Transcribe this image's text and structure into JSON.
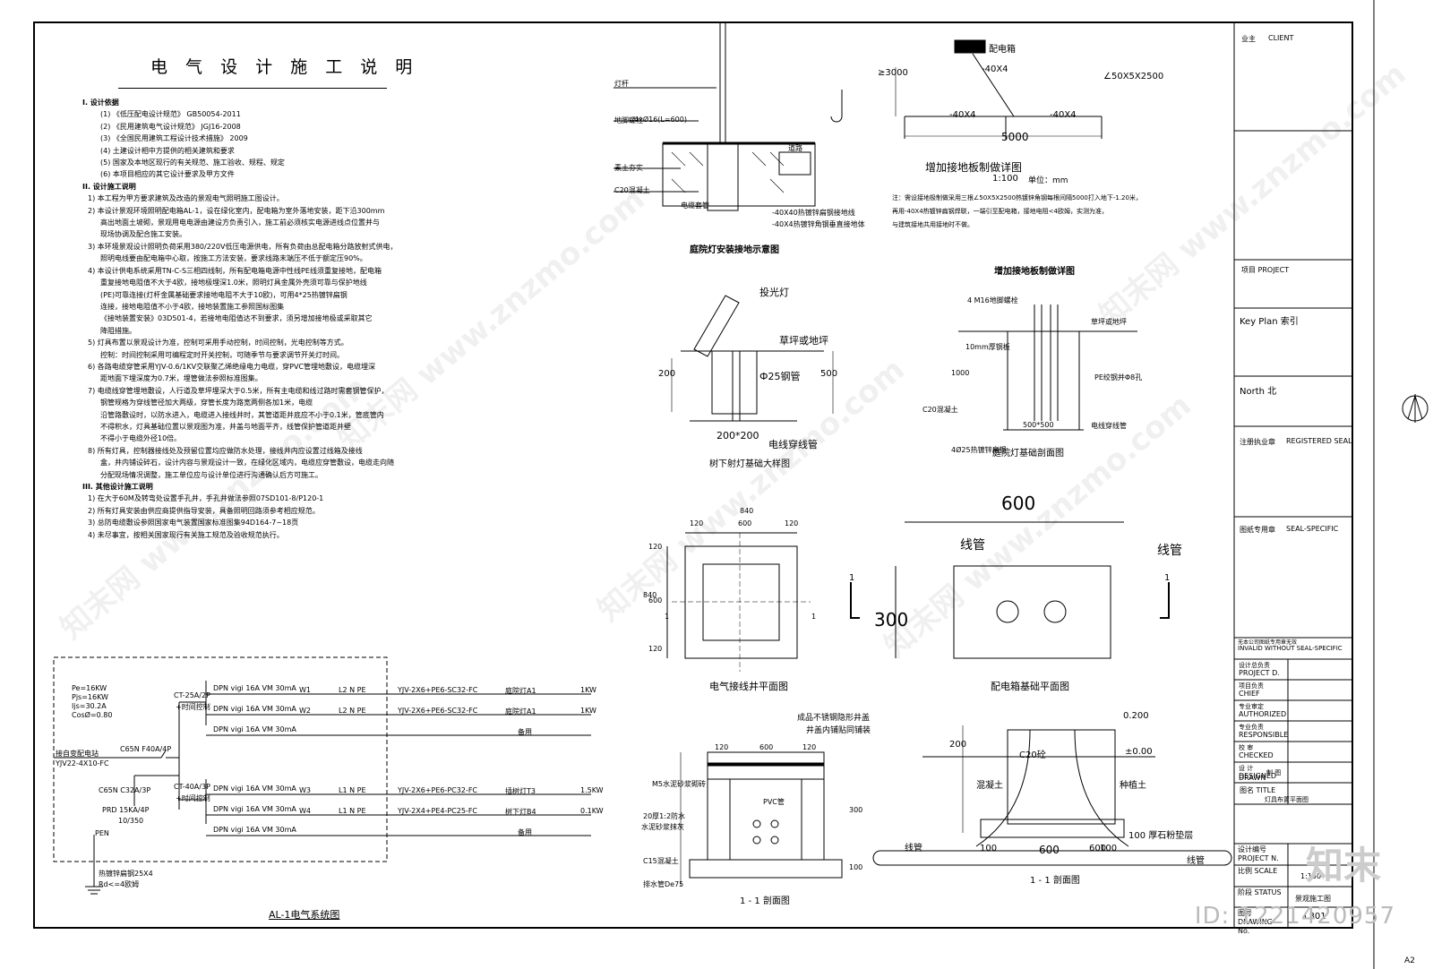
{
  "notes": {
    "title": "电 气 设 计 施 工 说 明",
    "lines": [
      {
        "cls": "h",
        "t": "I. 设计依据"
      },
      {
        "cls": "i2",
        "t": "(1) 《低压配电设计规范》 GB50054-2011"
      },
      {
        "cls": "i2",
        "t": "(2) 《民用建筑电气设计规范》 JGJ16-2008"
      },
      {
        "cls": "i2",
        "t": "(3) 《全国民用建筑工程设计技术措施》 2009"
      },
      {
        "cls": "i2",
        "t": "(4) 土建设计相中方提供的相关建筑和要求"
      },
      {
        "cls": "i2",
        "t": "(5) 国家及本地区现行的有关规范、施工验收、规程、规定"
      },
      {
        "cls": "i2",
        "t": "(6) 本项目相应的其它设计要求及甲方文件"
      },
      {
        "cls": "h",
        "t": "II. 设计施工说明"
      },
      {
        "cls": "i1",
        "t": "1) 本工程为甲方要求建筑及改造的景观电气照明施工图设计。"
      },
      {
        "cls": "i1",
        "t": "2) 本设计景观环境照明配电箱AL-1，设在绿化室内，配电箱为室外落地安装，距下沿300mm"
      },
      {
        "cls": "i2",
        "t": "高出地面土坡砌，景观用电电源由建设方负责引入，施工前必须核实电源进线点位置并与"
      },
      {
        "cls": "i2",
        "t": "现场协调及配合施工安装。"
      },
      {
        "cls": "i1",
        "t": "3) 本环境景观设计照明负荷采用380/220V低压电源供电，所有负荷由总配电箱分路放射式供电，"
      },
      {
        "cls": "i2",
        "t": "照明电线要由配电箱中心取，按施工方法安装，要求线路末端压不低于额定压90%。"
      },
      {
        "cls": "i1",
        "t": "4) 本设计供电系统采用TN-C-S三相四线制，所有配电箱电源中性线PE线须重复接地，配电箱"
      },
      {
        "cls": "i2",
        "t": "重复接地电阻值不大于4欧，接地极埋深1.0米，照明灯具金属外壳须可靠与保护地线"
      },
      {
        "cls": "i2",
        "t": "(PE)可靠连接(灯杆金属基础要求接地电阻不大于10欧)，可用4*25热镀锌扁钢"
      },
      {
        "cls": "i2",
        "t": "连接，接地电阻值不小于4欧，接地装置施工参照国标图集"
      },
      {
        "cls": "i2",
        "t": "《接地装置安装》03D501-4，若接地电阻值达不到要求，须另增加接地极或采取其它"
      },
      {
        "cls": "i2",
        "t": "降阻措施。"
      },
      {
        "cls": "i1",
        "t": "5) 灯具布置以景观设计为准，控制可采用手动控制，时间控制，光电控制等方式。"
      },
      {
        "cls": "i2",
        "t": "控制：时间控制采用可编程定时开关控制，可随季节与要求调节开关灯时间。"
      },
      {
        "cls": "i1",
        "t": "6) 各路电缆穿管采用YJV-0.6/1KV交联聚乙烯绝缘电力电缆，穿PVC管埋地敷设，电缆埋深"
      },
      {
        "cls": "i2",
        "t": "距地面下埋深度为0.7米，埋管做法参照标准图集。"
      },
      {
        "cls": "i1",
        "t": "7) 电缆线穿管埋地敷设，人行道及草坪埋深大于0.5米，所有主电缆和线过路时需套钢管保护，"
      },
      {
        "cls": "i2",
        "t": "钢管规格为穿线管径加大两级，穿管长度为路宽两侧各加1米，电缆"
      },
      {
        "cls": "i2",
        "t": "沿管路敷设时，以防水进入，电缆进入接线井时，其管道距井底应不小于0.1米，管底管内"
      },
      {
        "cls": "i2",
        "t": "不得积水，灯具基础位置以景观图为准，井盖与地面平齐，线管保护管道距井壁"
      },
      {
        "cls": "i2",
        "t": "不得小于电缆外径10倍。"
      },
      {
        "cls": "i1",
        "t": "8) 所有灯具，控制器接线处及预留位置均应做防水处理，接线井内应设置过线箱及接线"
      },
      {
        "cls": "i2",
        "t": "盒，井内铺设碎石，设计内容与景观设计一致，在绿化区域内，电缆应穿管敷设，电缆走向随"
      },
      {
        "cls": "i2",
        "t": "分配现场情况调整，施工单位应与设计单位进行沟通确认后方可施工。"
      },
      {
        "cls": "h",
        "t": "III. 其他设计施工说明"
      },
      {
        "cls": "i1",
        "t": "1) 在大于60M及转弯处设置手孔井，手孔井做法参照07SD101-8/P120-1"
      },
      {
        "cls": "i1",
        "t": "2) 所有灯具安装由供应商提供指导安装，具备照明回路须参考相应规范。"
      },
      {
        "cls": "i1",
        "t": "3) 总防电缆敷设参照国家电气装置国家标准图集94D164-7~18页"
      },
      {
        "cls": "i1",
        "t": "4) 未尽事宜，按相关国家现行有关施工规范及验收规范执行。"
      }
    ]
  },
  "system": {
    "title": "AL-1电气系统图",
    "params": [
      "Pe=16KW",
      "Pjs=16KW",
      "Ijs=30.2A",
      "CosØ=0.80"
    ],
    "incoming": "接自变配电站",
    "cable_in": "YJV22-4X10-FC",
    "main_breaker": "C65N F40A/4P",
    "spd_breaker": "C65N C32A/3P",
    "spd": "PRD 15KA/4P",
    "spd_sub": "10/350",
    "pen": "PEN",
    "ground1": "热镀锌扁钢25X4",
    "ground2": "Rd<=4欧姆",
    "ct1": "CT-25A/2P",
    "ct1b": "+时间控制",
    "ct2": "CT-40A/3P",
    "ct2b": "+时间控制",
    "circuits": [
      {
        "brk": "DPN vigi 16A VM 30mA",
        "id": "W1",
        "ph": "L2 N PE",
        "cable": "YJV-2X6+PE6-SC32-FC",
        "load": "庭院灯A1",
        "kw": "1KW"
      },
      {
        "brk": "DPN vigi 16A VM 30mA",
        "id": "W2",
        "ph": "L2 N PE",
        "cable": "YJV-2X6+PE6-SC32-FC",
        "load": "庭院灯A1",
        "kw": "1KW"
      },
      {
        "brk": "DPN vigi 16A VM 30mA",
        "id": "",
        "ph": "",
        "cable": "",
        "load": "备用",
        "kw": ""
      },
      {
        "brk": "DPN vigi 16A VM 30mA",
        "id": "W3",
        "ph": "L1 N PE",
        "cable": "YJV-2X6+PE6-PC32-FC",
        "load": "插树灯T3",
        "kw": "1.5KW"
      },
      {
        "brk": "DPN vigi 16A VM 30mA",
        "id": "W4",
        "ph": "L1 N PE",
        "cable": "YJV-2X4+PE4-PC25-FC",
        "load": "树下灯B4",
        "kw": "0.1KW"
      },
      {
        "brk": "DPN vigi 16A VM 30mA",
        "id": "",
        "ph": "",
        "cable": "",
        "load": "备用",
        "kw": ""
      }
    ]
  },
  "details": {
    "d1_title": "庭院灯安装接地示意图",
    "d1_labels": [
      "灯杆",
      "地脚螺栓",
      "4xØ16(L=600)",
      "素土夯实",
      "C20混凝土",
      "电缆套管",
      "道路",
      "-40X40热镀锌扁钢接地线",
      "-40X4热镀锌角钢垂直接地体"
    ],
    "d2_title": "增加接地板制做详图",
    "d2_sub": "增加接地板制做详图",
    "d2_scale": "1:100",
    "d2_unit": "单位：mm",
    "d2_labels": [
      "配电箱",
      "≥3000",
      "-40X4",
      "-40X4",
      "-40X4",
      "5000",
      "∠50X5X2500"
    ],
    "d2_note1": "注：需设接地极制做采用三根∠50X5X2500热镀锌角钢每根间隔5000打入地下-1.20米，",
    "d2_note2": "再用-40X4热镀锌扁钢焊联，一端引至配电箱，接地电阻<4欧姆，实测为准，",
    "d2_note3": "与建筑接地共用接地时不做。",
    "d3_title": "树下射灯基础大样图",
    "d3_labels": [
      "投光灯",
      "草坪或地坪",
      "Ф25钢管",
      "200",
      "500",
      "200*200",
      "电线穿线管"
    ],
    "d4_title": "庭院灯基础剖面图",
    "d4_labels": [
      "4 M16地脚螺栓",
      "草坪或地坪",
      "10mm厚钢板",
      "PE绞钢并Φ8孔",
      "1000",
      "C20混凝土",
      "电线穿线管",
      "4Ø25热镀锌扁钢",
      "500*500"
    ],
    "d5_title": "电气接线井平面图",
    "d5_labels": [
      "840",
      "120",
      "600",
      "120",
      "840",
      "120",
      "600",
      "120",
      "1",
      "1"
    ],
    "d6_title": "配电箱基础平面图",
    "d6_labels": [
      "600",
      "线管",
      "线管",
      "300",
      "1",
      "1"
    ],
    "d7_title": "1 - 1 剖面图",
    "d7_labels": [
      "成品不锈钢隐形井盖",
      "井盖内铺贴同铺装",
      "120",
      "600",
      "120",
      "M5水泥砂浆砌砖",
      "20厚1:2防水",
      "水泥砂浆抹灰",
      "PVC管",
      "300",
      "C15混凝土",
      "排水管De75",
      "100"
    ],
    "d8_title": "1 - 1 剖面图",
    "d8_labels": [
      "0.200",
      "C20砼",
      "±0.00",
      "种植土",
      "100 厚石粉垫层",
      "200",
      "600",
      "100",
      "100",
      "600",
      "100",
      "线管",
      "线管",
      "混凝土"
    ]
  },
  "titleblock": {
    "client_label": "业主",
    "client": "CLIENT",
    "project": "项目  PROJECT",
    "keyplan": "Key Plan 索引",
    "north": "North 北",
    "reg_seal_cn": "注册执业章",
    "reg_seal": "REGISTERED SEAL",
    "seal_cn": "图纸专用章",
    "seal": "SEAL-SPECIFIC",
    "invalid_cn": "无本公司图纸专用章无效",
    "invalid": "INVALID WITHOUT SEAL-SPECIFIC",
    "roles": [
      {
        "cn": "设计总负责",
        "en": "PROJECT D."
      },
      {
        "cn": "项目负责",
        "en": "CHIEF"
      },
      {
        "cn": "专业审定",
        "en": "AUTHORIZED"
      },
      {
        "cn": "专业负责",
        "en": "RESPONSIBLE"
      },
      {
        "cn": "校  审",
        "en": "CHECKED"
      },
      {
        "cn": "设  计",
        "en": "DESIGNED"
      },
      {
        "cn": "制  图",
        "en": "DRAWN"
      }
    ],
    "title_label": "图名  TITLE",
    "title_val": "灯具布置平面图",
    "proj_no": "设计编号 PROJECT N.",
    "scale_label": "比例 SCALE",
    "scale_val": "1:150",
    "status_label": "阶段 STATUS",
    "status_val": "景观施工图",
    "dwg_label": "图号 DRAWING No.",
    "dwg_val": "L301",
    "sheet_size": "A2"
  },
  "branding": {
    "id": "ID: 1221420957",
    "logo": "知末",
    "watermark": "知末网 www.znzmo.com"
  }
}
